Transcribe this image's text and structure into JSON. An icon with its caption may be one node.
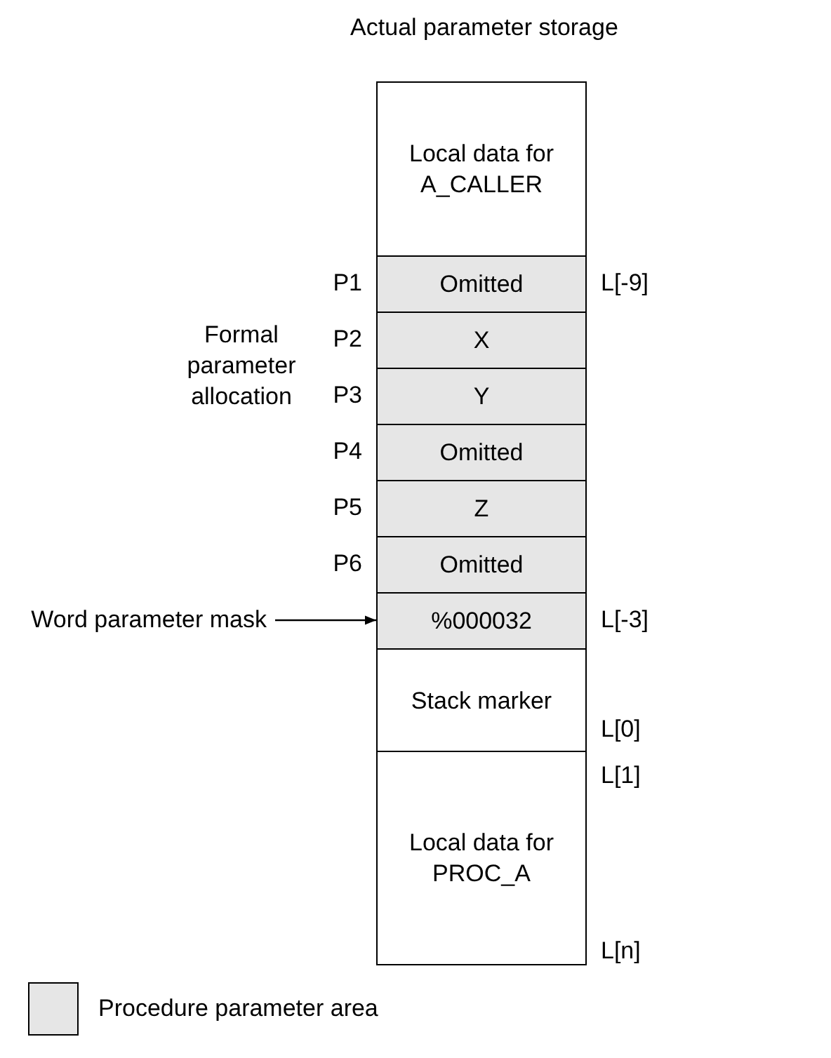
{
  "diagram": {
    "title": "Actual parameter storage",
    "nodes": [
      {
        "text": [
          "Local data for A_CALLER"
        ]
      },
      {
        "text": [
          "Omitted"
        ],
        "beside": [
          "P1",
          "L[-9]"
        ]
      },
      {
        "text": [
          "X"
        ],
        "beside": [
          "P2"
        ]
      },
      {
        "text": [
          "Y"
        ],
        "beside": [
          "P3"
        ]
      },
      {
        "text": [
          "Omitted"
        ],
        "beside": [
          "P4"
        ]
      },
      {
        "text": [
          "Z"
        ],
        "beside": [
          "P5"
        ]
      },
      {
        "text": [
          "Omitted"
        ],
        "beside": [
          "P6"
        ]
      },
      {
        "text": [
          "%000032"
        ],
        "beside": [
          "L[-3]"
        ]
      },
      {
        "text": [
          "Stack marker"
        ],
        "beside": [
          "L[0]"
        ]
      },
      {
        "text": [
          "Local data for PROC_A"
        ],
        "beside": [
          "L[1]",
          "L[n]"
        ]
      },
      {
        "text": [
          "Word parameter mask"
        ]
      }
    ],
    "edges": [
      {
        "from": 10,
        "to": 7,
        "arrow": "to"
      }
    ],
    "labels": [
      "Formal parameter allocation"
    ],
    "legend": [
      {
        "text": "Procedure parameter area",
        "color": "#e6e6e6"
      }
    ]
  }
}
